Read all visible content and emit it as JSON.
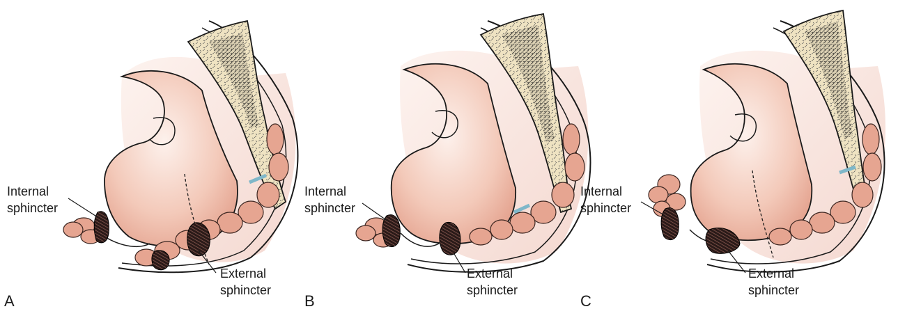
{
  "panels": [
    {
      "letter": "A",
      "internal_label": [
        "Internal",
        "sphincter"
      ],
      "external_label": [
        "External",
        "sphincter"
      ]
    },
    {
      "letter": "B",
      "internal_label": [
        "Internal",
        "sphincter"
      ],
      "external_label": [
        "External",
        "sphincter"
      ]
    },
    {
      "letter": "C",
      "internal_label": [
        "Internal",
        "sphincter"
      ],
      "external_label": [
        "External",
        "sphincter"
      ]
    }
  ],
  "colors": {
    "tissue_light": "#f6d9cc",
    "tissue_mid": "#e8aa98",
    "tissue_dark": "#d98b76",
    "bone": "#efe3c2",
    "bone_texture": "#3a3a3a",
    "muscle_dark": "#2a1a18",
    "outline": "#1a1a1a"
  }
}
